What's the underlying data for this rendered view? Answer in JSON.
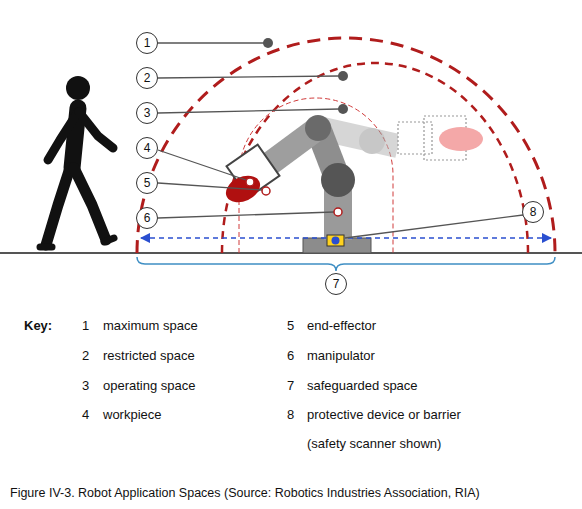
{
  "diagram": {
    "caption": "Figure IV-3. Robot Application Spaces (Source: Robotics Industries Association, RIA)",
    "nodes": [
      {
        "text": [
          "1"
        ]
      },
      {
        "text": [
          "2"
        ]
      },
      {
        "text": [
          "3"
        ]
      },
      {
        "text": [
          "4"
        ]
      },
      {
        "text": [
          "5"
        ]
      },
      {
        "text": [
          "6"
        ]
      },
      {
        "text": [
          "8"
        ]
      },
      {
        "text": [
          "7"
        ]
      }
    ],
    "labels": [
      "Key:",
      "1",
      "maximum space",
      "2",
      "restricted space",
      "3",
      "operating space",
      "4",
      "workpiece",
      "5",
      "end-effector",
      "6",
      "manipulator",
      "7",
      "safeguarded space",
      "8",
      "protective device or barrier",
      "(safety scanner shown)"
    ]
  }
}
